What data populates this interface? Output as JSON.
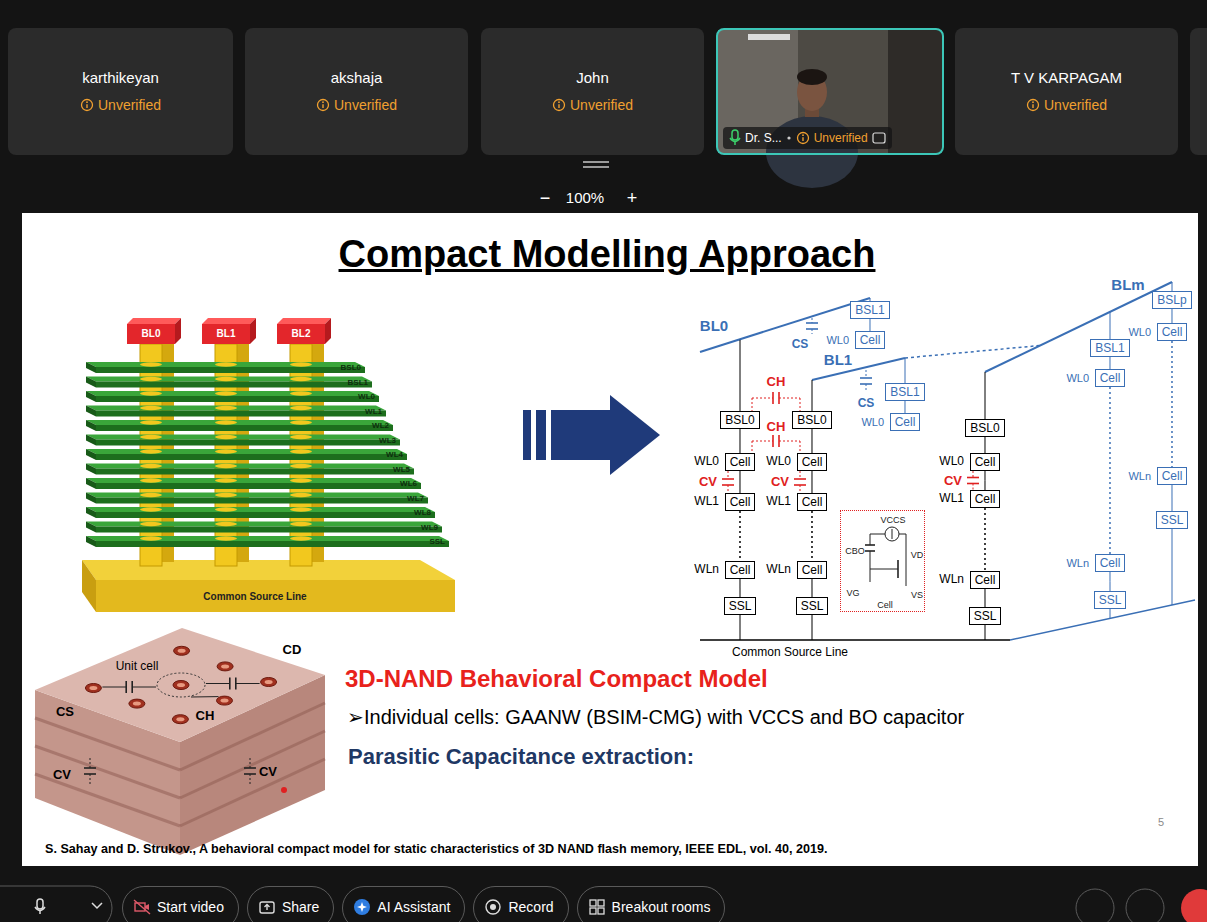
{
  "diagram": {
    "title": "Compact Modelling Approach",
    "nodes": [
      {
        "text": [
          "karthikeyan",
          "Unverified"
        ]
      },
      {
        "text": [
          "akshaja",
          "Unverified"
        ]
      },
      {
        "text": [
          "John",
          "Unverified"
        ]
      },
      {
        "text": [
          "Dr. S...",
          "Unverified"
        ]
      },
      {
        "text": [
          "T V KARPAGAM",
          "Unverified"
        ]
      },
      {
        "text": [
          "BSL1"
        ]
      },
      {
        "text": [
          "Cell"
        ]
      },
      {
        "text": [
          "BSL1"
        ]
      },
      {
        "text": [
          "Cell"
        ]
      },
      {
        "text": [
          "BSL1"
        ]
      },
      {
        "text": [
          "Cell"
        ]
      },
      {
        "text": [
          "Cell"
        ]
      },
      {
        "text": [
          "SSL"
        ]
      },
      {
        "text": [
          "BSLp"
        ]
      },
      {
        "text": [
          "Cell"
        ]
      },
      {
        "text": [
          "Cell"
        ]
      },
      {
        "text": [
          "SSL"
        ]
      },
      {
        "text": [
          "BSL0"
        ]
      },
      {
        "text": [
          "Cell"
        ]
      },
      {
        "text": [
          "Cell"
        ]
      },
      {
        "text": [
          "Cell"
        ]
      },
      {
        "text": [
          "SSL"
        ]
      },
      {
        "text": [
          "BSL0"
        ]
      },
      {
        "text": [
          "Cell"
        ]
      },
      {
        "text": [
          "Cell"
        ]
      },
      {
        "text": [
          "Cell"
        ]
      },
      {
        "text": [
          "SSL"
        ]
      },
      {
        "text": [
          "BSL0"
        ]
      },
      {
        "text": [
          "Cell"
        ]
      },
      {
        "text": [
          "Cell"
        ]
      },
      {
        "text": [
          "Cell"
        ]
      },
      {
        "text": [
          "SSL"
        ]
      },
      {
        "text": [
          "VCCS",
          "CBO",
          "VD",
          "VG",
          "VS",
          "Cell"
        ]
      },
      {
        "text": [
          "Start video"
        ]
      },
      {
        "text": [
          "Share"
        ]
      },
      {
        "text": [
          "AI Assistant"
        ]
      },
      {
        "text": [
          "Record"
        ]
      },
      {
        "text": [
          "Breakout rooms"
        ]
      }
    ],
    "edges": [
      {
        "from": 5,
        "to": 6,
        "arrow": "none"
      },
      {
        "from": 7,
        "to": 8,
        "arrow": "none"
      },
      {
        "from": 9,
        "to": 10,
        "arrow": "none"
      },
      {
        "from": 10,
        "to": 11,
        "arrow": "none"
      },
      {
        "from": 11,
        "to": 12,
        "arrow": "none"
      },
      {
        "from": 13,
        "to": 14,
        "arrow": "none"
      },
      {
        "from": 14,
        "to": 15,
        "arrow": "none"
      },
      {
        "from": 15,
        "to": 16,
        "arrow": "none"
      },
      {
        "from": 17,
        "to": 18,
        "arrow": "none"
      },
      {
        "from": 18,
        "to": 19,
        "arrow": "none"
      },
      {
        "from": 19,
        "to": 20,
        "arrow": "none"
      },
      {
        "from": 20,
        "to": 21,
        "arrow": "none"
      },
      {
        "from": 22,
        "to": 23,
        "arrow": "none"
      },
      {
        "from": 23,
        "to": 24,
        "arrow": "none"
      },
      {
        "from": 24,
        "to": 25,
        "arrow": "none"
      },
      {
        "from": 25,
        "to": 26,
        "arrow": "none"
      },
      {
        "from": 27,
        "to": 28,
        "arrow": "none"
      },
      {
        "from": 28,
        "to": 29,
        "arrow": "none"
      },
      {
        "from": 29,
        "to": 30,
        "arrow": "none"
      },
      {
        "from": 30,
        "to": 31,
        "arrow": "none"
      }
    ],
    "labels": [
      "−",
      "100%",
      "+",
      "BL0",
      "BL1",
      "BL2",
      "BSL0",
      "BSL1",
      "WL0",
      "WL1",
      "WL2",
      "WL3",
      "WL4",
      "WL5",
      "WL6",
      "WL7",
      "WL8",
      "WL9",
      "SSL",
      "Common Source Line",
      "BL0",
      "BL1",
      "BLm",
      "CS",
      "WL0",
      "CH",
      "CH",
      "CS",
      "WL0",
      "WL0",
      "WLn",
      "WL0",
      "WLn",
      "WL0",
      "CV",
      "WL1",
      "WLn",
      "WL0",
      "CV",
      "WL1",
      "WLn",
      "WL0",
      "CV",
      "WL1",
      "WLn",
      "Common Source Line",
      "Unit cell",
      "CS",
      "CD",
      "CH",
      "CV",
      "CV",
      "3D-NAND Behavioral Compact Model",
      "➢Individual cells: GAANW (BSIM-CMG) with VCCS and BO capacitor",
      "Parasitic Capacitance extraction:",
      "S. Sahay and D. Strukov., A behavioral compact model for static characteristics of 3D NAND flash memory, IEEE EDL, vol. 40, 2019.",
      "5"
    ]
  }
}
